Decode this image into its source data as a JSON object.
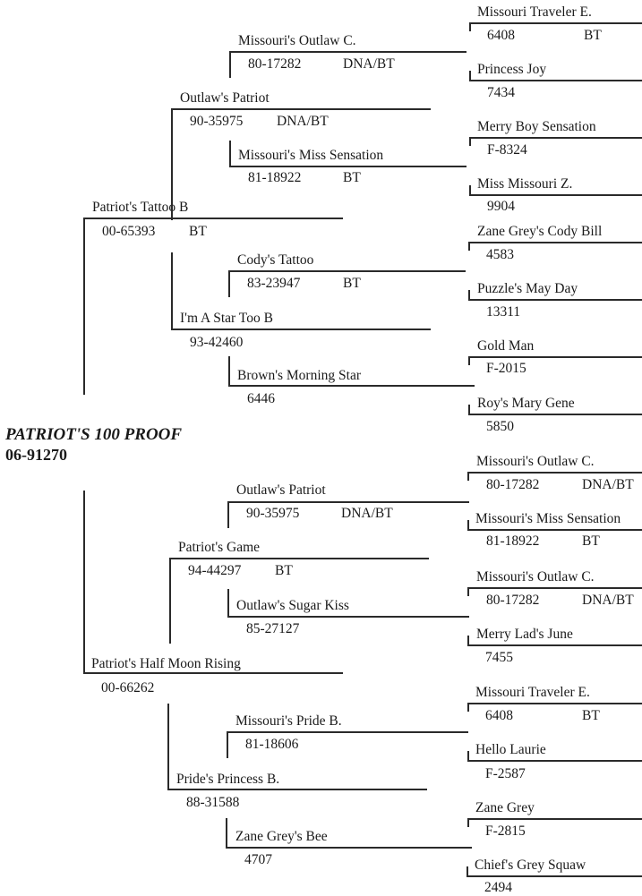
{
  "subject": {
    "name": "PATRIOT'S 100 PROOF",
    "reg": "06-91270"
  },
  "g1": [
    {
      "name": "Patriot's Tattoo B",
      "reg": "00-65393",
      "tag": "BT"
    },
    {
      "name": "Patriot's Half Moon Rising",
      "reg": "00-66262",
      "tag": ""
    }
  ],
  "g2": [
    {
      "name": "Outlaw's Patriot",
      "reg": "90-35975",
      "tag": "DNA/BT"
    },
    {
      "name": "I'm A Star Too B",
      "reg": "93-42460",
      "tag": ""
    },
    {
      "name": "Patriot's Game",
      "reg": "94-44297",
      "tag": "BT"
    },
    {
      "name": "Pride's Princess B.",
      "reg": "88-31588",
      "tag": ""
    }
  ],
  "g3": [
    {
      "name": "Missouri's Outlaw C.",
      "reg": "80-17282",
      "tag": "DNA/BT"
    },
    {
      "name": "Missouri's Miss Sensation",
      "reg": "81-18922",
      "tag": "BT"
    },
    {
      "name": "Cody's Tattoo",
      "reg": "83-23947",
      "tag": "BT"
    },
    {
      "name": "Brown's Morning Star",
      "reg": "6446",
      "tag": ""
    },
    {
      "name": "Outlaw's Patriot",
      "reg": "90-35975",
      "tag": "DNA/BT"
    },
    {
      "name": "Outlaw's Sugar Kiss",
      "reg": "85-27127",
      "tag": ""
    },
    {
      "name": "Missouri's Pride B.",
      "reg": "81-18606",
      "tag": ""
    },
    {
      "name": "Zane Grey's Bee",
      "reg": "4707",
      "tag": ""
    }
  ],
  "g4": [
    {
      "name": "Missouri Traveler E.",
      "reg": "6408",
      "tag": "BT"
    },
    {
      "name": "Princess Joy",
      "reg": "7434",
      "tag": ""
    },
    {
      "name": "Merry Boy Sensation",
      "reg": "F-8324",
      "tag": ""
    },
    {
      "name": "Miss Missouri Z.",
      "reg": "9904",
      "tag": ""
    },
    {
      "name": "Zane Grey's Cody Bill",
      "reg": "4583",
      "tag": ""
    },
    {
      "name": "Puzzle's May Day",
      "reg": "13311",
      "tag": ""
    },
    {
      "name": "Gold Man",
      "reg": "F-2015",
      "tag": ""
    },
    {
      "name": "Roy's Mary Gene",
      "reg": "5850",
      "tag": ""
    },
    {
      "name": "Missouri's Outlaw C.",
      "reg": "80-17282",
      "tag": "DNA/BT"
    },
    {
      "name": "Missouri's Miss Sensation",
      "reg": "81-18922",
      "tag": "BT"
    },
    {
      "name": "Missouri's Outlaw C.",
      "reg": "80-17282",
      "tag": "DNA/BT"
    },
    {
      "name": "Merry Lad's June",
      "reg": "7455",
      "tag": ""
    },
    {
      "name": "Missouri Traveler E.",
      "reg": "6408",
      "tag": "BT"
    },
    {
      "name": "Hello Laurie",
      "reg": "F-2587",
      "tag": ""
    },
    {
      "name": "Zane Grey",
      "reg": "F-2815",
      "tag": ""
    },
    {
      "name": "Chief's Grey Squaw",
      "reg": "2494",
      "tag": ""
    }
  ]
}
